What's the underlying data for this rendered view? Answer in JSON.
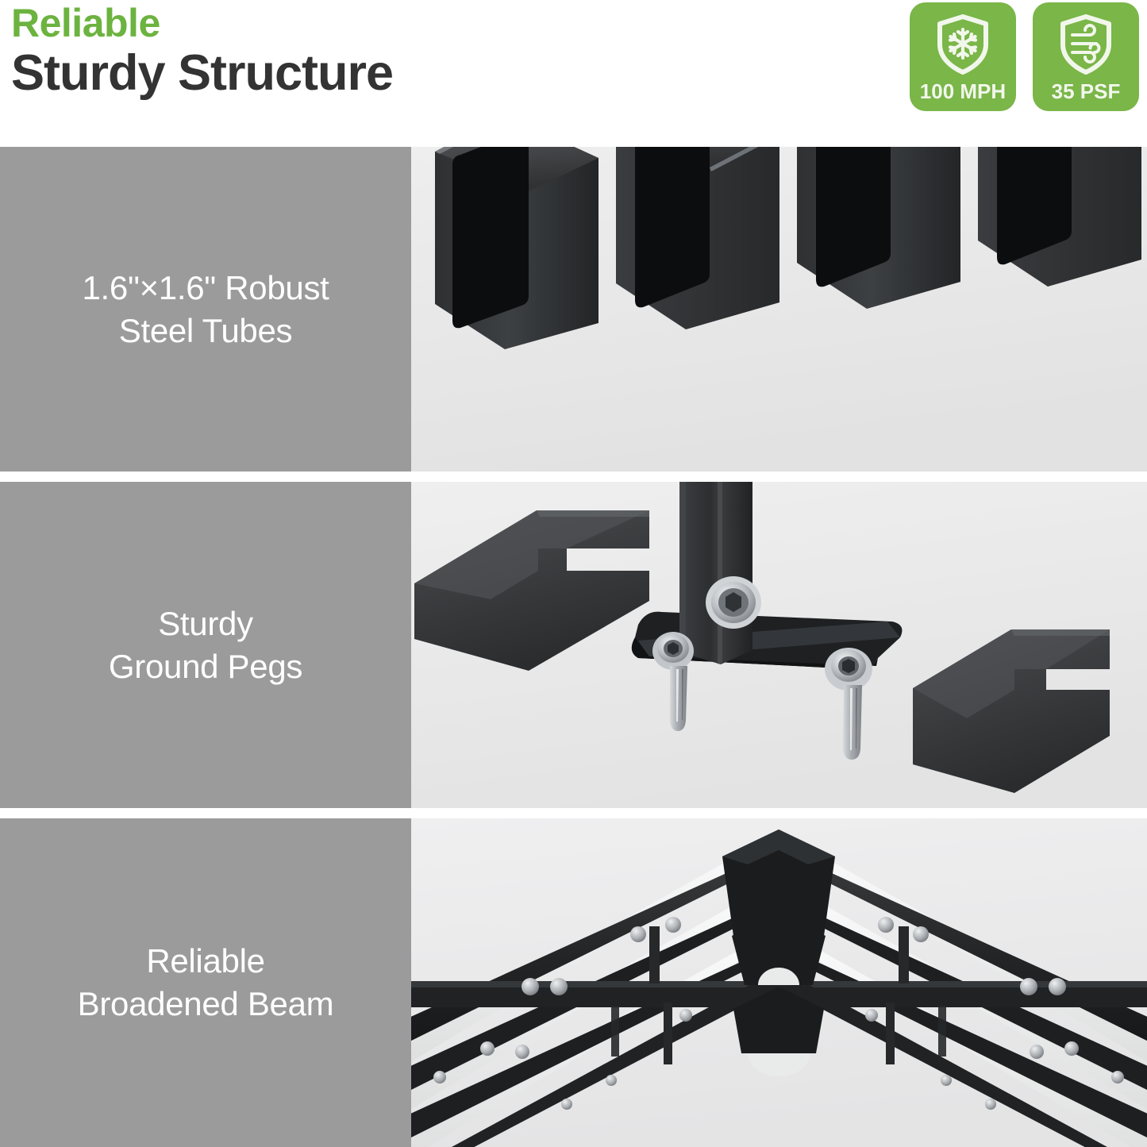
{
  "header": {
    "eyebrow": "Reliable",
    "title": "Sturdy Structure",
    "eyebrow_color": "#6cb33f",
    "title_color": "#333333"
  },
  "badges": [
    {
      "icon": "shield-snowflake-icon",
      "label": "100 MPH",
      "color": "#7ab648"
    },
    {
      "icon": "shield-wind-icon",
      "label": "35 PSF",
      "color": "#7ab648"
    }
  ],
  "features": [
    {
      "caption_line1": "1.6\"×1.6\" Robust",
      "caption_line2": "Steel Tubes",
      "photo": "black-square-steel-tubes-photo",
      "caption_bg": "#9b9b9b",
      "caption_color": "#ffffff"
    },
    {
      "caption_line1": "Sturdy",
      "caption_line2": "Ground Pegs",
      "photo": "ground-peg-anchor-plate-photo",
      "caption_bg": "#9b9b9b",
      "caption_color": "#ffffff"
    },
    {
      "caption_line1": "Reliable",
      "caption_line2": "Broadened Beam",
      "photo": "gazebo-roof-peak-beam-photo",
      "caption_bg": "#9b9b9b",
      "caption_color": "#ffffff"
    }
  ]
}
